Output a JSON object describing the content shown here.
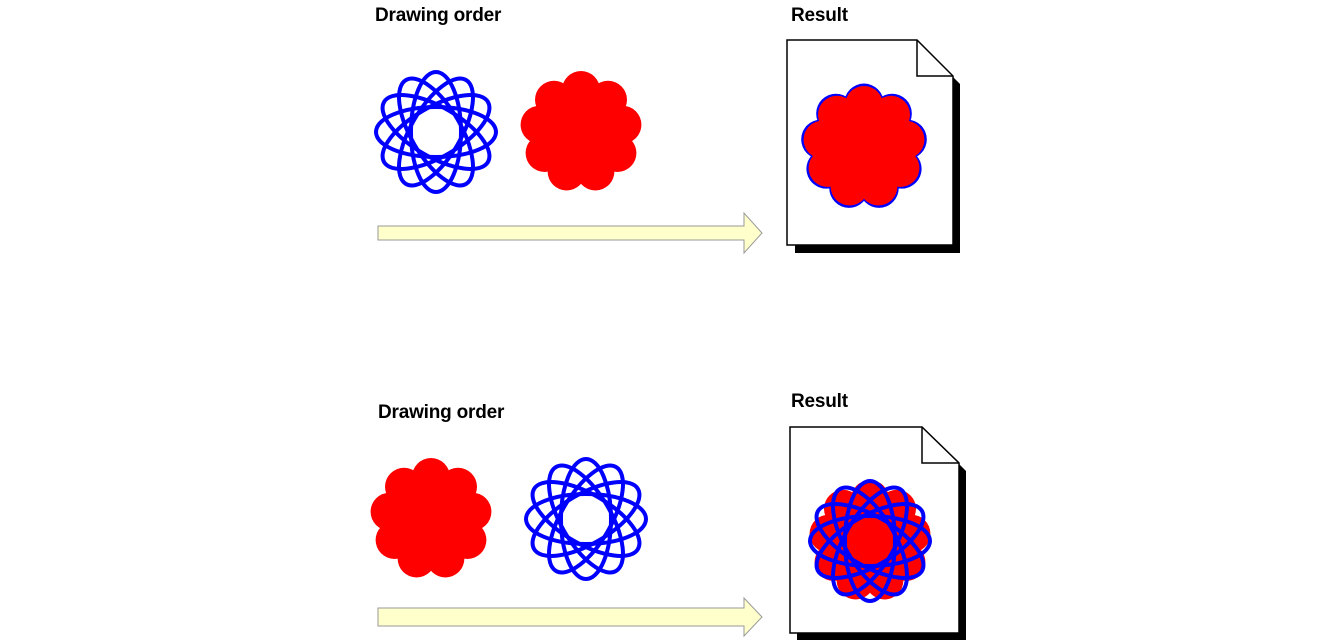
{
  "rows": [
    {
      "drawing_label": "Drawing order",
      "result_label": "Result",
      "order": [
        "blue-outline-spirograph",
        "red-filled-flower"
      ],
      "result_description": "red flower covering blue outline"
    },
    {
      "drawing_label": "Drawing order",
      "result_label": "Result",
      "order": [
        "red-filled-flower",
        "blue-outline-spirograph"
      ],
      "result_description": "blue spirograph drawn on top of red flower"
    }
  ],
  "colors": {
    "red": "#ff0000",
    "blue": "#0000ff",
    "arrow_fill": "#ffffcc",
    "arrow_stroke": "#999999",
    "page_fill": "#ffffff",
    "page_shadow": "#000000"
  }
}
